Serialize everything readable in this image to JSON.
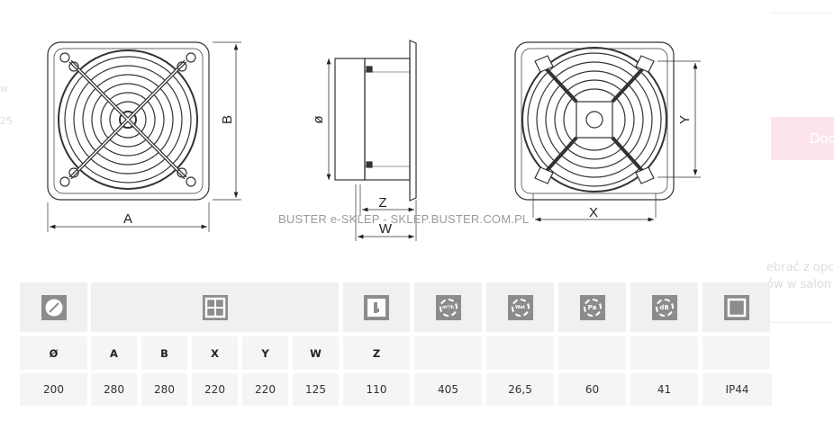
{
  "drawings": {
    "front": {
      "dim_width": "A",
      "dim_height": "B"
    },
    "side": {
      "diameter": "ø",
      "dim_z": "Z",
      "dim_w": "W"
    },
    "rear": {
      "dim_x": "X",
      "dim_y": "Y"
    }
  },
  "watermark": "BUSTER e-SKLEP - SKLEP.BUSTER.COM.PL",
  "table": {
    "icons": [
      "diameter-icon",
      "dimensions-icon",
      "depth-icon",
      "airflow-icon",
      "power-icon",
      "pressure-icon",
      "noise-icon",
      "ip-rating-icon"
    ],
    "icon_labels": {
      "airflow": "m³/h",
      "power": "Wat",
      "pressure": "Pa",
      "noise": "dB"
    },
    "headers": [
      "Ø",
      "A",
      "B",
      "X",
      "Y",
      "W",
      "Z",
      "",
      "",
      "",
      "",
      ""
    ],
    "values": [
      "200",
      "280",
      "280",
      "220",
      "220",
      "125",
      "110",
      "405",
      "26,5",
      "60",
      "41",
      "IP44"
    ]
  },
  "side_panel": {
    "button_label": "Dod",
    "text_line1": "ebrać z opc",
    "text_line2": "ów w salon",
    "left_fragment1": "w",
    "left_fragment2": "25"
  }
}
